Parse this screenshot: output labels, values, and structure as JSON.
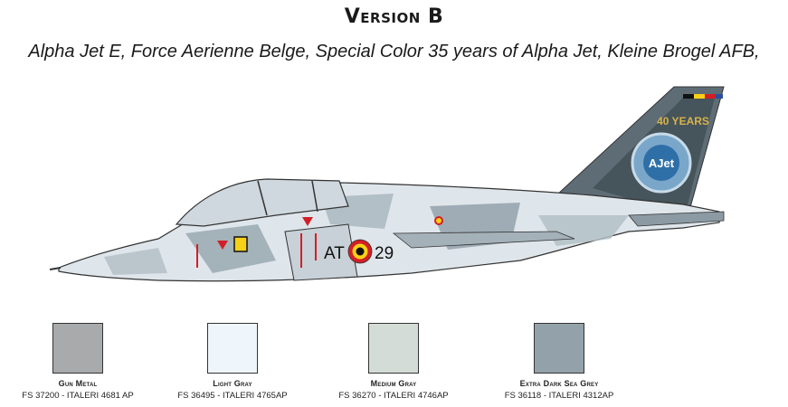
{
  "header": {
    "title": "Version B",
    "subtitle": "Alpha Jet E, Force Aerienne Belge, Special Color 35 years of Alpha Jet, Kleine Brogel AFB,"
  },
  "aircraft": {
    "code": "AT",
    "number": "29",
    "tail_text": "40 YEARS",
    "tail_badge": "AJet"
  },
  "colors": {
    "fuselage_light": "#e3e9ee",
    "fuselage_mid": "#bcc7cf",
    "fuselage_dark": "#8c9aa4",
    "tail_dark": "#4f5c63",
    "roundel_red": "#d21f27",
    "roundel_yellow": "#f7d117",
    "roundel_black": "#111111"
  },
  "swatches": [
    {
      "name": "Gun Metal",
      "code": "FS 37200 - ITALERI 4681 AP",
      "color": "#a9aaab"
    },
    {
      "name": "Light Gray",
      "code": "FS 36495 - ITALERI 4765AP",
      "color": "#eef5fb"
    },
    {
      "name": "Medium Gray",
      "code": "FS 36270 - ITALERI 4746AP",
      "color": "#d4dcd8"
    },
    {
      "name": "Extra Dark Sea Grey",
      "code": "FS 36118 - ITALERI 4312AP",
      "color": "#93a1aa"
    }
  ]
}
